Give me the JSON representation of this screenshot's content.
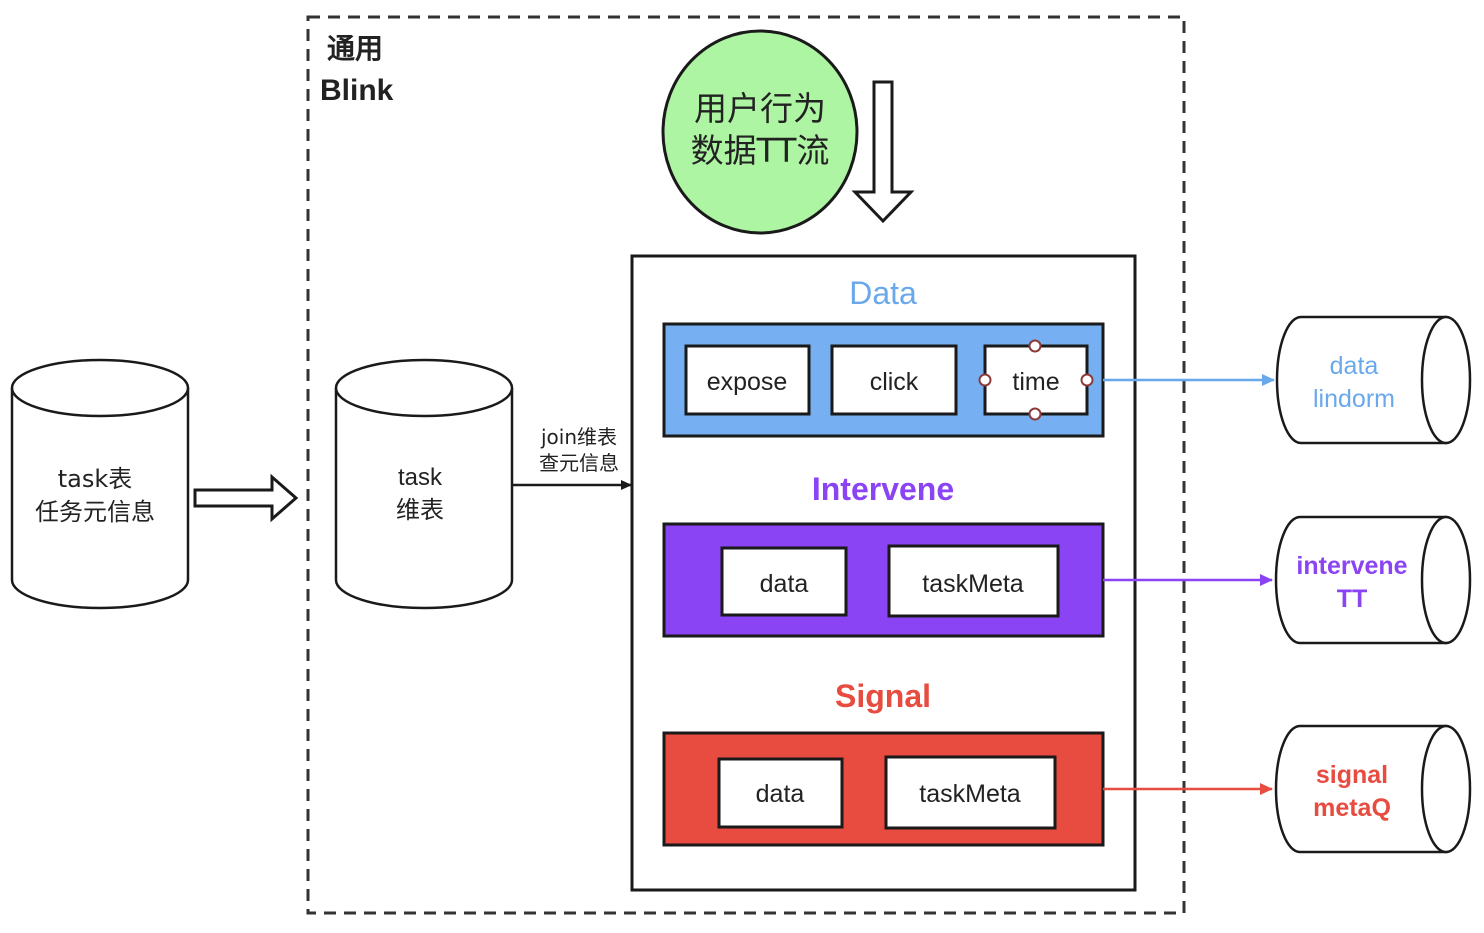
{
  "blink": {
    "title_line1": "通用",
    "title_line2": "Blink"
  },
  "source_table": {
    "line1": "task表",
    "line2": "任务元信息"
  },
  "dim_table": {
    "line1": "task",
    "line2": "维表"
  },
  "join_label": {
    "line1": "join维表",
    "line2": "查元信息"
  },
  "stream": {
    "line1": "用户行为",
    "line2": "数据TT流"
  },
  "groups": {
    "data": {
      "title": "Data",
      "fields": [
        "expose",
        "click",
        "time"
      ],
      "color": "#76b0f2",
      "title_color": "#6aa8ec"
    },
    "intervene": {
      "title": "Intervene",
      "fields": [
        "data",
        "taskMeta"
      ],
      "color": "#8a44f4",
      "title_color": "#8a44f4"
    },
    "signal": {
      "title": "Signal",
      "fields": [
        "data",
        "taskMeta"
      ],
      "color": "#e84b3f",
      "title_color": "#e84b3f"
    }
  },
  "sinks": {
    "data": {
      "line1": "data",
      "line2": "lindorm"
    },
    "intervene": {
      "line1": "intervene",
      "line2": "TT"
    },
    "signal": {
      "line1": "signal",
      "line2": "metaQ"
    }
  },
  "colors": {
    "stream_fill": "#aef5a3",
    "line": "#1a1a1a"
  }
}
